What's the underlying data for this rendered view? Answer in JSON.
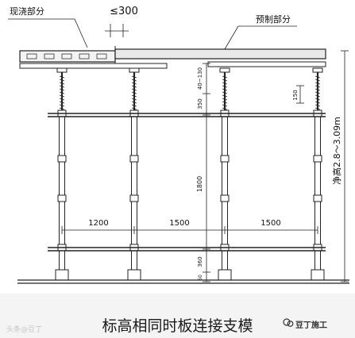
{
  "labels": {
    "cast_in_place": "现浇部分",
    "precast": "预制部分",
    "gap_limit": "≤300",
    "height_range": "净高2.8～3.09m"
  },
  "dimensions": {
    "spans": [
      "1200",
      "1500",
      "1500"
    ],
    "vertical": [
      "40~130",
      "350",
      "1800",
      "360",
      "50"
    ],
    "small": "150"
  },
  "caption": "标高相同时板连接支模",
  "brand": "豆丁施工",
  "watermark": "头条@豆丁"
}
